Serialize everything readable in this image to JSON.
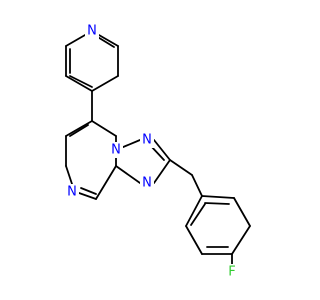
{
  "molecule": {
    "atoms": {
      "n_pyridine": {
        "symbol": "N",
        "color": "#0000ff"
      },
      "n1": {
        "symbol": "N",
        "color": "#0000ff"
      },
      "n2": {
        "symbol": "N",
        "color": "#0000ff"
      },
      "n3": {
        "symbol": "N",
        "color": "#0000ff"
      },
      "n4": {
        "symbol": "N",
        "color": "#0000ff"
      },
      "f": {
        "symbol": "F",
        "color": "#33cc33"
      }
    },
    "bond_color": "#000000"
  }
}
